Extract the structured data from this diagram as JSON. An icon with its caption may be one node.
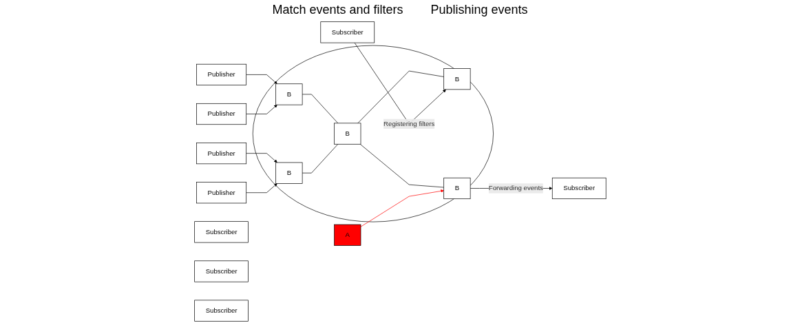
{
  "diagram": {
    "nodes": [
      {
        "text": [
          "Publisher"
        ]
      },
      {
        "text": [
          "Publisher"
        ]
      },
      {
        "text": [
          "Publisher"
        ]
      },
      {
        "text": [
          "Publisher"
        ]
      },
      {
        "text": [],
        "shape": "circle"
      },
      {
        "text": [
          "B"
        ],
        "in": 4
      },
      {
        "text": [
          "B"
        ],
        "in": 4
      },
      {
        "text": [
          "B"
        ],
        "in": 4
      },
      {
        "text": [
          "B"
        ],
        "in": 4
      },
      {
        "text": [
          "B"
        ],
        "in": 4
      },
      {
        "text": [
          "A"
        ]
      },
      {
        "text": [
          "Subscriber"
        ]
      },
      {
        "text": [
          "Subscriber"
        ]
      },
      {
        "text": [
          "Subscriber"
        ]
      },
      {
        "text": [
          "Subscriber"
        ]
      },
      {
        "text": [
          "Subscriber"
        ]
      }
    ],
    "edges": [
      {
        "from": 0,
        "to": 5,
        "arrow": "to"
      },
      {
        "from": 1,
        "to": 5,
        "arrow": "to"
      },
      {
        "from": 2,
        "to": 6,
        "arrow": "to"
      },
      {
        "from": 3,
        "to": 6,
        "arrow": "to"
      },
      {
        "from": 5,
        "to": 7,
        "arrow": "none"
      },
      {
        "from": 6,
        "to": 7,
        "arrow": "none"
      },
      {
        "from": 7,
        "to": 8,
        "arrow": "none"
      },
      {
        "from": 7,
        "to": 9,
        "arrow": "none"
      },
      {
        "from": 11,
        "to": 8,
        "arrow": "to",
        "label": "Registering filters"
      },
      {
        "from": 9,
        "to": 14,
        "arrow": "to",
        "label": "Forwarding events"
      },
      {
        "from": 10,
        "to": 9,
        "arrow": "to",
        "color": "#ff0000"
      }
    ],
    "labels": [
      "Match events and filters",
      "Publishing events"
    ]
  }
}
